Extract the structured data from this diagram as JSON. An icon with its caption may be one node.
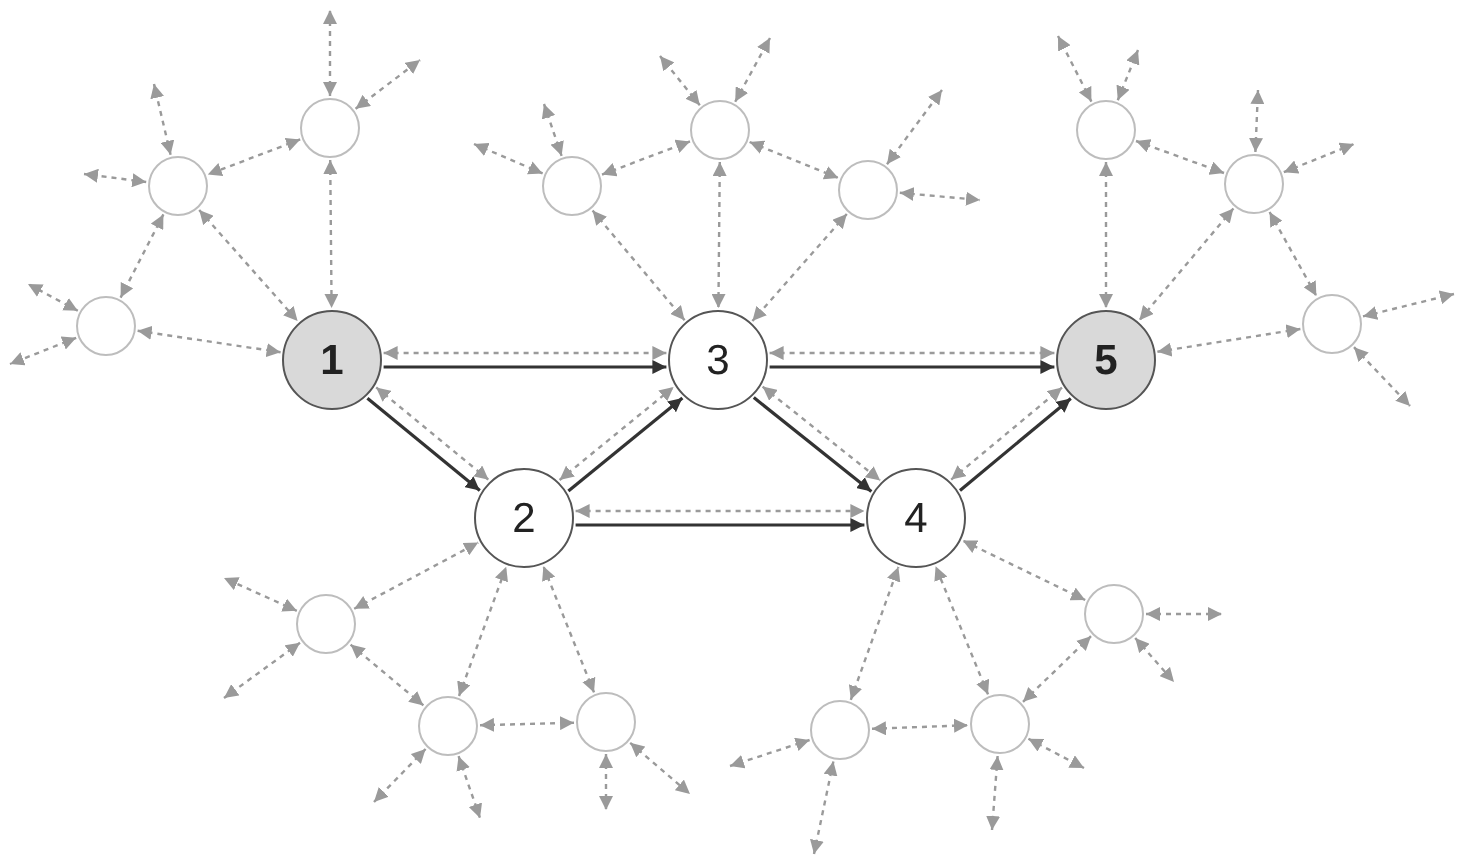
{
  "diagram": {
    "nodes": [
      {
        "text": [
          "1"
        ]
      },
      {
        "text": [
          "2"
        ]
      },
      {
        "text": [
          "3"
        ]
      },
      {
        "text": [
          "4"
        ]
      },
      {
        "text": [
          "5"
        ]
      },
      {
        "text": [],
        "shape": "circle"
      },
      {
        "text": [],
        "shape": "circle"
      },
      {
        "text": [],
        "shape": "circle"
      },
      {
        "text": [],
        "shape": "circle"
      },
      {
        "text": [],
        "shape": "circle"
      },
      {
        "text": [],
        "shape": "circle"
      },
      {
        "text": [],
        "shape": "circle"
      },
      {
        "text": [],
        "shape": "circle"
      },
      {
        "text": [],
        "shape": "circle"
      },
      {
        "text": [],
        "shape": "circle"
      },
      {
        "text": [],
        "shape": "circle"
      },
      {
        "text": [],
        "shape": "circle"
      },
      {
        "text": [],
        "shape": "circle"
      },
      {
        "text": [],
        "shape": "circle"
      },
      {
        "text": [],
        "shape": "circle"
      }
    ],
    "edges": [
      {
        "from": 0,
        "to": 2,
        "arrow": "to",
        "color": "#333333"
      },
      {
        "from": 0,
        "to": 1,
        "arrow": "to",
        "color": "#333333"
      },
      {
        "from": 1,
        "to": 2,
        "arrow": "to",
        "color": "#333333"
      },
      {
        "from": 1,
        "to": 3,
        "arrow": "to",
        "color": "#333333"
      },
      {
        "from": 2,
        "to": 3,
        "arrow": "to",
        "color": "#333333"
      },
      {
        "from": 2,
        "to": 4,
        "arrow": "to",
        "color": "#333333"
      },
      {
        "from": 3,
        "to": 4,
        "arrow": "to",
        "color": "#333333"
      },
      {
        "from": 0,
        "to": 2,
        "arrow": "both",
        "style": "dashed"
      },
      {
        "from": 0,
        "to": 1,
        "arrow": "both",
        "style": "dashed"
      },
      {
        "from": 1,
        "to": 2,
        "arrow": "both",
        "style": "dashed"
      },
      {
        "from": 1,
        "to": 3,
        "arrow": "both",
        "style": "dashed"
      },
      {
        "from": 2,
        "to": 3,
        "arrow": "both",
        "style": "dashed"
      },
      {
        "from": 2,
        "to": 4,
        "arrow": "both",
        "style": "dashed"
      },
      {
        "from": 3,
        "to": 4,
        "arrow": "both",
        "style": "dashed"
      },
      {
        "from": 5,
        "to": 0,
        "arrow": "both",
        "style": "dashed"
      },
      {
        "from": 6,
        "to": 0,
        "arrow": "both",
        "style": "dashed"
      },
      {
        "from": 7,
        "to": 0,
        "arrow": "both",
        "style": "dashed"
      },
      {
        "from": 5,
        "to": 6,
        "arrow": "both",
        "style": "dashed"
      },
      {
        "from": 6,
        "to": 7,
        "arrow": "both",
        "style": "dashed"
      },
      {
        "from": 5,
        "to": null,
        "arrow": "both",
        "style": "dashed"
      },
      {
        "from": 5,
        "to": null,
        "arrow": "both",
        "style": "dashed"
      },
      {
        "from": 6,
        "to": null,
        "arrow": "both",
        "style": "dashed"
      },
      {
        "from": 6,
        "to": null,
        "arrow": "both",
        "style": "dashed"
      },
      {
        "from": 7,
        "to": null,
        "arrow": "both",
        "style": "dashed"
      },
      {
        "from": 7,
        "to": null,
        "arrow": "both",
        "style": "dashed"
      },
      {
        "from": 8,
        "to": 2,
        "arrow": "both",
        "style": "dashed"
      },
      {
        "from": 9,
        "to": 2,
        "arrow": "both",
        "style": "dashed"
      },
      {
        "from": 10,
        "to": 2,
        "arrow": "both",
        "style": "dashed"
      },
      {
        "from": 8,
        "to": 9,
        "arrow": "both",
        "style": "dashed"
      },
      {
        "from": 9,
        "to": 10,
        "arrow": "both",
        "style": "dashed"
      },
      {
        "from": 8,
        "to": null,
        "arrow": "both",
        "style": "dashed"
      },
      {
        "from": 8,
        "to": null,
        "arrow": "both",
        "style": "dashed"
      },
      {
        "from": 9,
        "to": null,
        "arrow": "both",
        "style": "dashed"
      },
      {
        "from": 9,
        "to": null,
        "arrow": "both",
        "style": "dashed"
      },
      {
        "from": 10,
        "to": null,
        "arrow": "both",
        "style": "dashed"
      },
      {
        "from": 10,
        "to": null,
        "arrow": "both",
        "style": "dashed"
      },
      {
        "from": 11,
        "to": 4,
        "arrow": "both",
        "style": "dashed"
      },
      {
        "from": 12,
        "to": 4,
        "arrow": "both",
        "style": "dashed"
      },
      {
        "from": 13,
        "to": 4,
        "arrow": "both",
        "style": "dashed"
      },
      {
        "from": 11,
        "to": 12,
        "arrow": "both",
        "style": "dashed"
      },
      {
        "from": 12,
        "to": 13,
        "arrow": "both",
        "style": "dashed"
      },
      {
        "from": 11,
        "to": null,
        "arrow": "both",
        "style": "dashed"
      },
      {
        "from": 11,
        "to": null,
        "arrow": "both",
        "style": "dashed"
      },
      {
        "from": 12,
        "to": null,
        "arrow": "both",
        "style": "dashed"
      },
      {
        "from": 12,
        "to": null,
        "arrow": "both",
        "style": "dashed"
      },
      {
        "from": 13,
        "to": null,
        "arrow": "both",
        "style": "dashed"
      },
      {
        "from": 13,
        "to": null,
        "arrow": "both",
        "style": "dashed"
      },
      {
        "from": 14,
        "to": 1,
        "arrow": "both",
        "style": "dashed"
      },
      {
        "from": 15,
        "to": 1,
        "arrow": "both",
        "style": "dashed"
      },
      {
        "from": 16,
        "to": 1,
        "arrow": "both",
        "style": "dashed"
      },
      {
        "from": 14,
        "to": 15,
        "arrow": "both",
        "style": "dashed"
      },
      {
        "from": 15,
        "to": 16,
        "arrow": "both",
        "style": "dashed"
      },
      {
        "from": 14,
        "to": null,
        "arrow": "both",
        "style": "dashed"
      },
      {
        "from": 14,
        "to": null,
        "arrow": "both",
        "style": "dashed"
      },
      {
        "from": 15,
        "to": null,
        "arrow": "both",
        "style": "dashed"
      },
      {
        "from": 15,
        "to": null,
        "arrow": "both",
        "style": "dashed"
      },
      {
        "from": 16,
        "to": null,
        "arrow": "both",
        "style": "dashed"
      },
      {
        "from": 16,
        "to": null,
        "arrow": "both",
        "style": "dashed"
      },
      {
        "from": 17,
        "to": 3,
        "arrow": "both",
        "style": "dashed"
      },
      {
        "from": 18,
        "to": 3,
        "arrow": "both",
        "style": "dashed"
      },
      {
        "from": 19,
        "to": 3,
        "arrow": "both",
        "style": "dashed"
      },
      {
        "from": 17,
        "to": 18,
        "arrow": "both",
        "style": "dashed"
      },
      {
        "from": 18,
        "to": 19,
        "arrow": "both",
        "style": "dashed"
      },
      {
        "from": 17,
        "to": null,
        "arrow": "both",
        "style": "dashed"
      },
      {
        "from": 17,
        "to": null,
        "arrow": "both",
        "style": "dashed"
      },
      {
        "from": 18,
        "to": null,
        "arrow": "both",
        "style": "dashed"
      },
      {
        "from": 18,
        "to": null,
        "arrow": "both",
        "style": "dashed"
      },
      {
        "from": 19,
        "to": null,
        "arrow": "both",
        "style": "dashed"
      },
      {
        "from": 19,
        "to": null,
        "arrow": "both",
        "style": "dashed"
      }
    ]
  }
}
